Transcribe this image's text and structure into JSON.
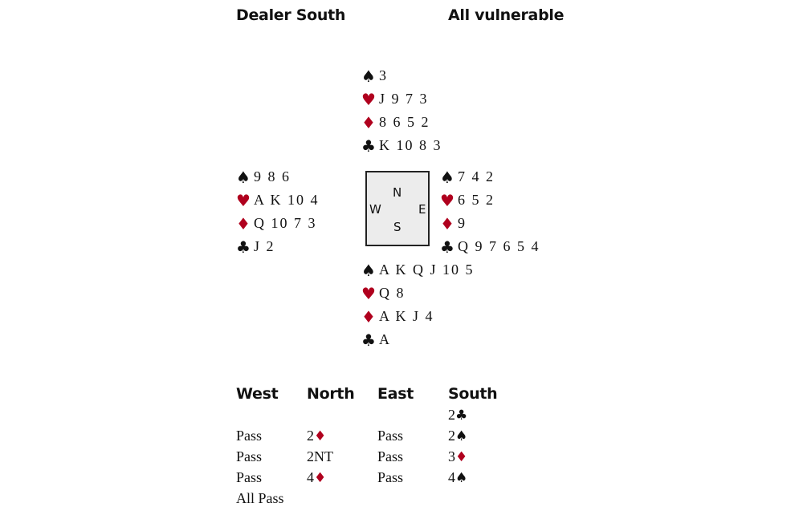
{
  "header": {
    "dealer": "Dealer South",
    "vulnerability": "All vulnerable"
  },
  "colors": {
    "red_suit": "#b0001e",
    "black_suit": "#111111"
  },
  "compass": {
    "n": "N",
    "s": "S",
    "e": "E",
    "w": "W"
  },
  "hands": {
    "north": [
      {
        "suit": "♠",
        "cards": "3",
        "red": false
      },
      {
        "suit": "♥",
        "cards": "J 9 7 3",
        "red": true
      },
      {
        "suit": "♦",
        "cards": "8 6 5 2",
        "red": true
      },
      {
        "suit": "♣",
        "cards": "K 10 8 3",
        "red": false
      }
    ],
    "west": [
      {
        "suit": "♠",
        "cards": "9 8 6",
        "red": false
      },
      {
        "suit": "♥",
        "cards": "A K 10 4",
        "red": true
      },
      {
        "suit": "♦",
        "cards": "Q 10 7 3",
        "red": true
      },
      {
        "suit": "♣",
        "cards": "J 2",
        "red": false
      }
    ],
    "east": [
      {
        "suit": "♠",
        "cards": "7 4 2",
        "red": false
      },
      {
        "suit": "♥",
        "cards": "6 5 2",
        "red": true
      },
      {
        "suit": "♦",
        "cards": "9",
        "red": true
      },
      {
        "suit": "♣",
        "cards": "Q 9 7 6 5 4",
        "red": false
      }
    ],
    "south": [
      {
        "suit": "♠",
        "cards": "A K Q J 10 5",
        "red": false
      },
      {
        "suit": "♥",
        "cards": "Q 8",
        "red": true
      },
      {
        "suit": "♦",
        "cards": "A K J 4",
        "red": true
      },
      {
        "suit": "♣",
        "cards": "A",
        "red": false
      }
    ]
  },
  "auction": {
    "headers": [
      "West",
      "North",
      "East",
      "South"
    ],
    "rows": [
      [
        {
          "text": "",
          "suit": ""
        },
        {
          "text": "",
          "suit": ""
        },
        {
          "text": "",
          "suit": ""
        },
        {
          "text": "2",
          "suit": "♣",
          "red": false
        }
      ],
      [
        {
          "text": "Pass",
          "suit": ""
        },
        {
          "text": "2",
          "suit": "♦",
          "red": true
        },
        {
          "text": "Pass",
          "suit": ""
        },
        {
          "text": "2",
          "suit": "♠",
          "red": false
        }
      ],
      [
        {
          "text": "Pass",
          "suit": ""
        },
        {
          "text": "2NT",
          "suit": ""
        },
        {
          "text": "Pass",
          "suit": ""
        },
        {
          "text": "3",
          "suit": "♦",
          "red": true
        }
      ],
      [
        {
          "text": "Pass",
          "suit": ""
        },
        {
          "text": "4",
          "suit": "♦",
          "red": true
        },
        {
          "text": "Pass",
          "suit": ""
        },
        {
          "text": "4",
          "suit": "♠",
          "red": false
        }
      ],
      [
        {
          "text": "All Pass",
          "suit": ""
        },
        {
          "text": "",
          "suit": ""
        },
        {
          "text": "",
          "suit": ""
        },
        {
          "text": "",
          "suit": ""
        }
      ]
    ]
  }
}
